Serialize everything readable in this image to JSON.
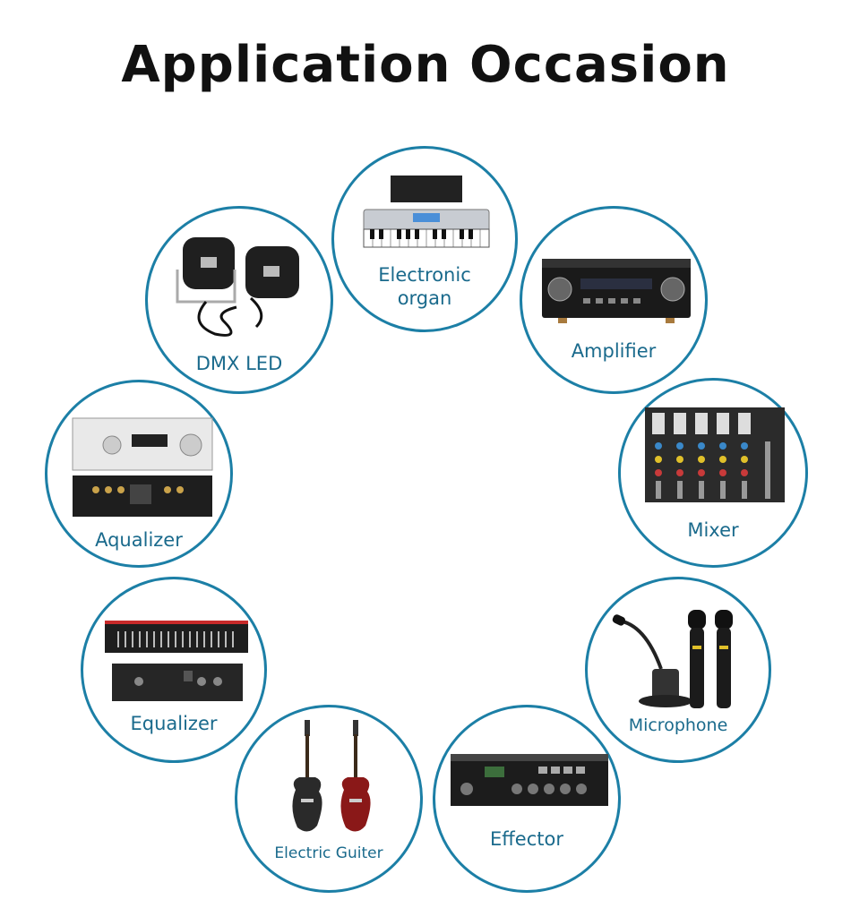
{
  "title": "Application Occasion",
  "accent_color": "#1c7fa6",
  "label_color": "#1a6a8c",
  "items": [
    {
      "label": "Electronic\norgan",
      "icon": "keyboard-icon"
    },
    {
      "label": "Amplifier",
      "icon": "amplifier-icon"
    },
    {
      "label": "Mixer",
      "icon": "mixer-icon"
    },
    {
      "label": "Microphone",
      "icon": "microphone-icon"
    },
    {
      "label": "Effector",
      "icon": "effector-icon"
    },
    {
      "label": "Electric Guiter",
      "icon": "guitar-icon"
    },
    {
      "label": "Equalizer",
      "icon": "equalizer-icon"
    },
    {
      "label": "Aqualizer",
      "icon": "aqualizer-icon"
    },
    {
      "label": "DMX LED",
      "icon": "dmx-led-icon"
    }
  ]
}
